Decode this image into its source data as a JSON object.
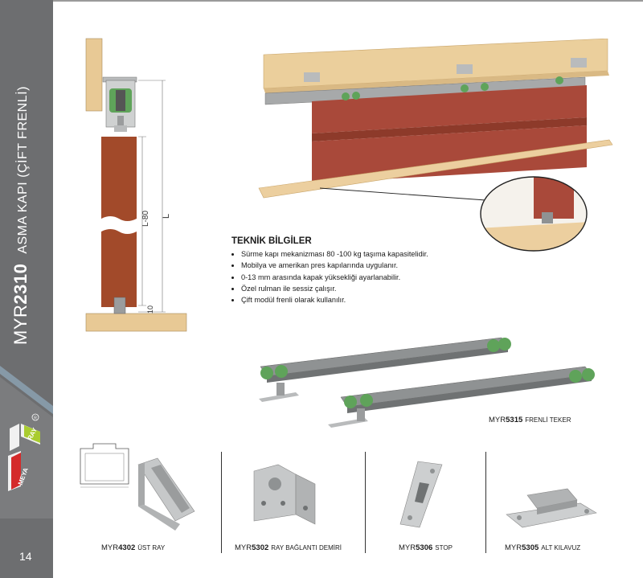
{
  "sidebar": {
    "model_prefix": "MYR",
    "model_number": "2310",
    "subtitle": "ASMA KAPI (ÇİFT FRENLİ)",
    "page_number": "14",
    "logo_text_top": "RAY",
    "logo_text_bottom": "MEYA"
  },
  "diagram": {
    "label_l": "L",
    "label_l80": "L-80",
    "label_10": "10"
  },
  "tech": {
    "title": "TEKNİK BİLGİLER",
    "items": [
      "Sürme kapı mekanizması 80 -100 kg taşıma kapasitelidir.",
      "Mobilya ve amerikan pres kapılarında uygulanır.",
      "0-13 mm arasında kapak yüksekliği ayarlanabilir.",
      "Özel rulman ile sessiz çalışır.",
      "Çift modül frenli olarak kullanılır."
    ]
  },
  "products": {
    "trolley": {
      "prefix": "MYR",
      "number": "5315",
      "desc": "FRENLİ TEKER"
    },
    "rail": {
      "prefix": "MYR",
      "number": "4302",
      "desc": "ÜST RAY"
    },
    "bracket": {
      "prefix": "MYR",
      "number": "5302",
      "desc": "RAY BAĞLANTI DEMİRİ"
    },
    "stop": {
      "prefix": "MYR",
      "number": "5306",
      "desc": "STOP"
    },
    "guide": {
      "prefix": "MYR",
      "number": "5305",
      "desc": "ALT KILAVUZ"
    }
  },
  "colors": {
    "sidebar": "#6d6e70",
    "wood": "#a24a2a",
    "board": "#eccf9f",
    "wheel": "#5fa35a",
    "metal": "#8f9293"
  }
}
